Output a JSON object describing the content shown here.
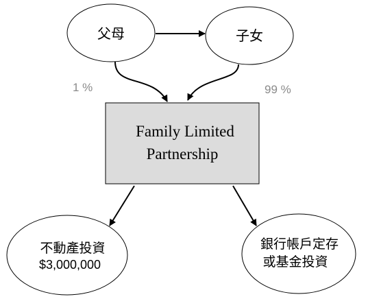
{
  "nodes": {
    "parents": {
      "label": "父母"
    },
    "children": {
      "label": "子女"
    },
    "flp": {
      "line1": "Family Limited",
      "line2": "Partnership"
    },
    "real_estate": {
      "line1": "不動產投資",
      "line2": "$3,000,000"
    },
    "bank": {
      "line1": "銀行帳戶定存",
      "line2": "或基金投資"
    }
  },
  "shares": {
    "parents": "1 %",
    "children": "99 %"
  },
  "colors": {
    "box_fill": "#dcdcdc",
    "stroke": "#000000",
    "share_text": "#8a8a8a"
  }
}
